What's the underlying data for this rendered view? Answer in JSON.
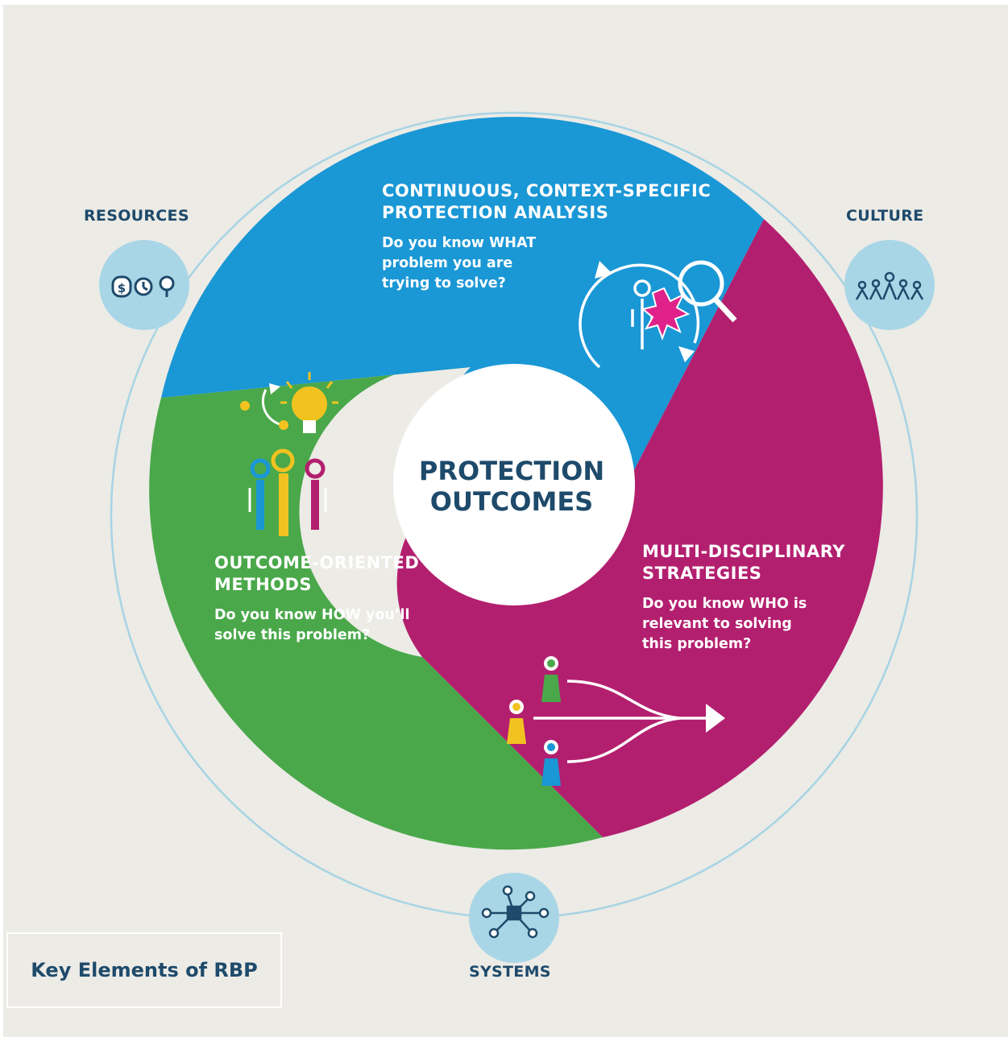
{
  "colors": {
    "background": "#ecebe6",
    "blue": "#1a97d5",
    "magenta": "#b31f6f",
    "green": "#4aa84a",
    "ring": "#a7d4e4",
    "node": "#a8d6e6",
    "navy": "#1e4a6b",
    "yellow": "#f2c320"
  },
  "center": {
    "title": "PROTECTION OUTCOMES"
  },
  "segments": {
    "analysis": {
      "title_line1": "CONTINUOUS, CONTEXT-SPECIFIC",
      "title_line2": "PROTECTION ANALYSIS",
      "question_line1": "Do you know WHAT",
      "question_line2": "problem you are",
      "question_line3": "trying to solve?",
      "icon": "person-harm-magnifier-cycle-icon"
    },
    "methods": {
      "title_line1": "OUTCOME-ORIENTED",
      "title_line2": "METHODS",
      "question_line1": "Do you know HOW you’ll",
      "question_line2": "solve this problem?",
      "icon": "group-lightbulb-icon"
    },
    "strategies": {
      "title_line1": "MULTI-DISCIPLINARY",
      "title_line2": "STRATEGIES",
      "question_line1": "Do you know WHO is",
      "question_line2": "relevant to solving",
      "question_line3": "this problem?",
      "icon": "converging-people-arrow-icon"
    }
  },
  "ring_nodes": {
    "resources": {
      "label": "RESOURCES",
      "icon": "money-clock-lightbulb-icon",
      "glyph": "$"
    },
    "culture": {
      "label": "CULTURE",
      "icon": "people-group-icon"
    },
    "systems": {
      "label": "SYSTEMS",
      "icon": "network-hub-icon"
    }
  },
  "caption": {
    "text": "Key Elements of RBP"
  }
}
